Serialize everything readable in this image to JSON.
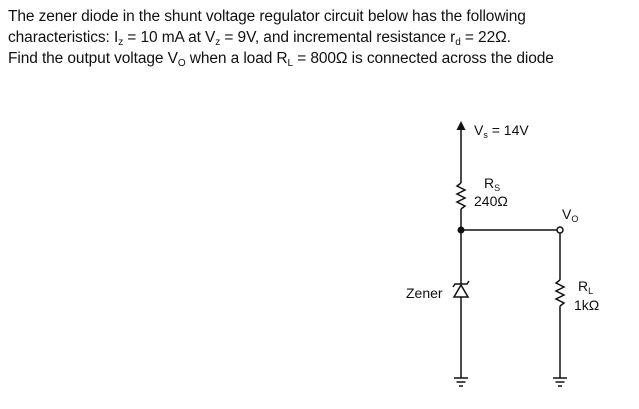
{
  "problem": {
    "line1": "The zener diode in the shunt voltage regulator circuit below has the following",
    "line2": {
      "a": "characteristics: I",
      "a_sub": "z",
      "b": " = 10 mA at V",
      "b_sub": "z",
      "c": " = 9V, and incremental resistance r",
      "c_sub": "d",
      "d": " = 22Ω."
    },
    "line3": {
      "a": "Find the output voltage V",
      "a_sub": "O",
      "b": " when a load R",
      "b_sub": "L",
      "c": " = 800Ω is connected across the diode"
    }
  },
  "circuit": {
    "vs": {
      "name": "V",
      "sub": "s",
      "value": " = 14V"
    },
    "rs": {
      "name": "R",
      "sub": "S",
      "value": "240Ω"
    },
    "vo": {
      "name": "V",
      "sub": "O"
    },
    "rl": {
      "name": "R",
      "sub": "L",
      "value": "1kΩ"
    },
    "zener_label": "Zener"
  }
}
